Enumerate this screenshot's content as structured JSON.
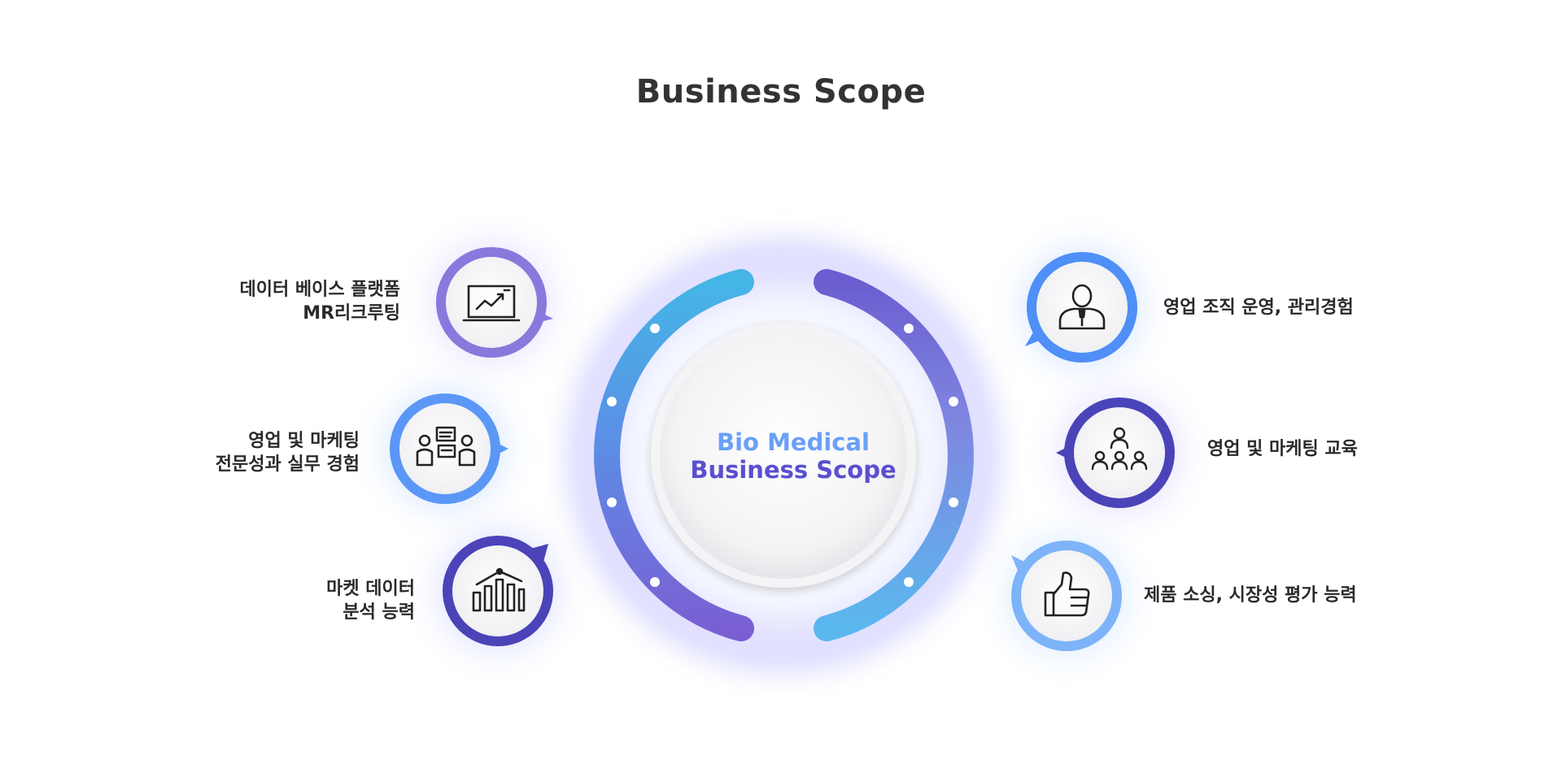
{
  "title": "Business Scope",
  "center": {
    "line1": "Bio Medical",
    "line2": "Business Scope"
  },
  "colors": {
    "purple": "#7e6fd6",
    "blue": "#4f8ff7",
    "deep_purple": "#4b43b8",
    "light_blue": "#7db3f8",
    "center_text_blue": "#6aa0f7",
    "center_text_purple": "#5a4fcf"
  },
  "nodes": [
    {
      "side": "left",
      "icon": "chart-monitor-icon",
      "lines": [
        "데이터 베이스 플랫폼",
        "MR리크루팅"
      ]
    },
    {
      "side": "left",
      "icon": "meeting-people-icon",
      "lines": [
        "영업 및 마케팅",
        "전문성과 실무 경험"
      ]
    },
    {
      "side": "left",
      "icon": "bar-chart-icon",
      "lines": [
        "마켓 데이터",
        "분석 능력"
      ]
    },
    {
      "side": "right",
      "icon": "businessman-icon",
      "lines": [
        "영업 조직 운영, 관리경험"
      ]
    },
    {
      "side": "right",
      "icon": "group-education-icon",
      "lines": [
        "영업 및 마케팅 교육"
      ]
    },
    {
      "side": "right",
      "icon": "thumbs-up-icon",
      "lines": [
        "제품 소싱, 시장성 평가 능력"
      ]
    }
  ]
}
